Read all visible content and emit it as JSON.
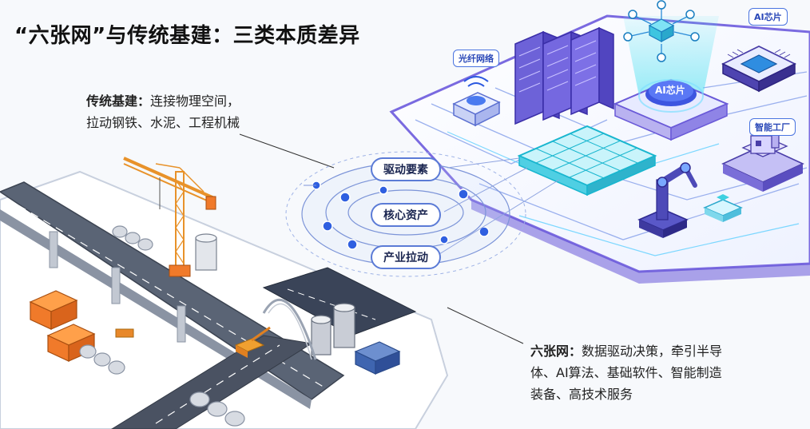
{
  "title": "“六张网”与传统基建：三类本质差异",
  "traditional": {
    "heading": "传统基建：",
    "line1_rest": "连接物理空间，",
    "line2": "拉动钢铁、水泥、工程机械"
  },
  "six_networks": {
    "heading": "六张网：",
    "line1_rest": "数据驱动决策，牵引半导",
    "line2": "体、AI算法、基础软件、智能制造",
    "line3": "装备、高技术服务"
  },
  "center_labels": {
    "top": "驱动要素",
    "middle": "核心资产",
    "bottom": "产业拉动"
  },
  "digital_tags": {
    "fiber": "光纤网络",
    "ai_chip_top": "AI芯片",
    "ai_chip_center": "AI芯片",
    "smart_factory": "智能工厂"
  },
  "colors": {
    "accent_blue": "#3b6ee8",
    "orange": "#f07a2a",
    "purple": "#6a5ad8",
    "cyan": "#3fd0e0"
  }
}
